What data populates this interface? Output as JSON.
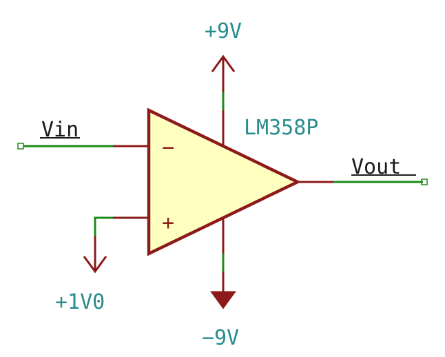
{
  "colors": {
    "component": "#8c1a1a",
    "wire": "#1a8c1a",
    "power_label": "#2a8c8c",
    "net_label": "#1a1a1a",
    "opamp_fill": "#ffffc0",
    "background": "#ffffff"
  },
  "component": {
    "reference": "LM358P",
    "inverting_pin_symbol": "−",
    "noninverting_pin_symbol": "+"
  },
  "power_labels": {
    "positive_supply": "+9V",
    "negative_supply": "−9V",
    "reference_voltage": "+1V0"
  },
  "net_labels": {
    "input": "Vin",
    "output": "Vout"
  }
}
